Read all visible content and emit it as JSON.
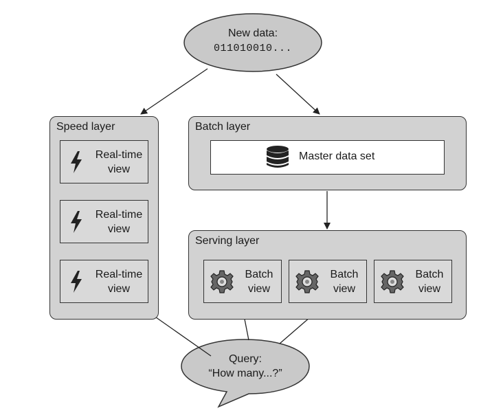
{
  "new_data": {
    "title": "New data:",
    "value": "011010010..."
  },
  "speed_layer": {
    "title": "Speed layer",
    "views": [
      {
        "label_line1": "Real-time",
        "label_line2": "view",
        "icon": "lightning-bolt-icon"
      },
      {
        "label_line1": "Real-time",
        "label_line2": "view",
        "icon": "lightning-bolt-icon"
      },
      {
        "label_line1": "Real-time",
        "label_line2": "view",
        "icon": "lightning-bolt-icon"
      }
    ]
  },
  "batch_layer": {
    "title": "Batch layer",
    "master": {
      "label": "Master data set",
      "icon": "database-icon"
    }
  },
  "serving_layer": {
    "title": "Serving layer",
    "views": [
      {
        "label_line1": "Batch",
        "label_line2": "view",
        "icon": "gear-icon"
      },
      {
        "label_line1": "Batch",
        "label_line2": "view",
        "icon": "gear-icon"
      },
      {
        "label_line1": "Batch",
        "label_line2": "view",
        "icon": "gear-icon"
      }
    ]
  },
  "query": {
    "title": "Query:",
    "text": "“How many...?”"
  },
  "colors": {
    "box_fill": "#d9d9d9",
    "layer_fill": "#d2d2d2",
    "stroke": "#333333",
    "icon": "#222222"
  }
}
